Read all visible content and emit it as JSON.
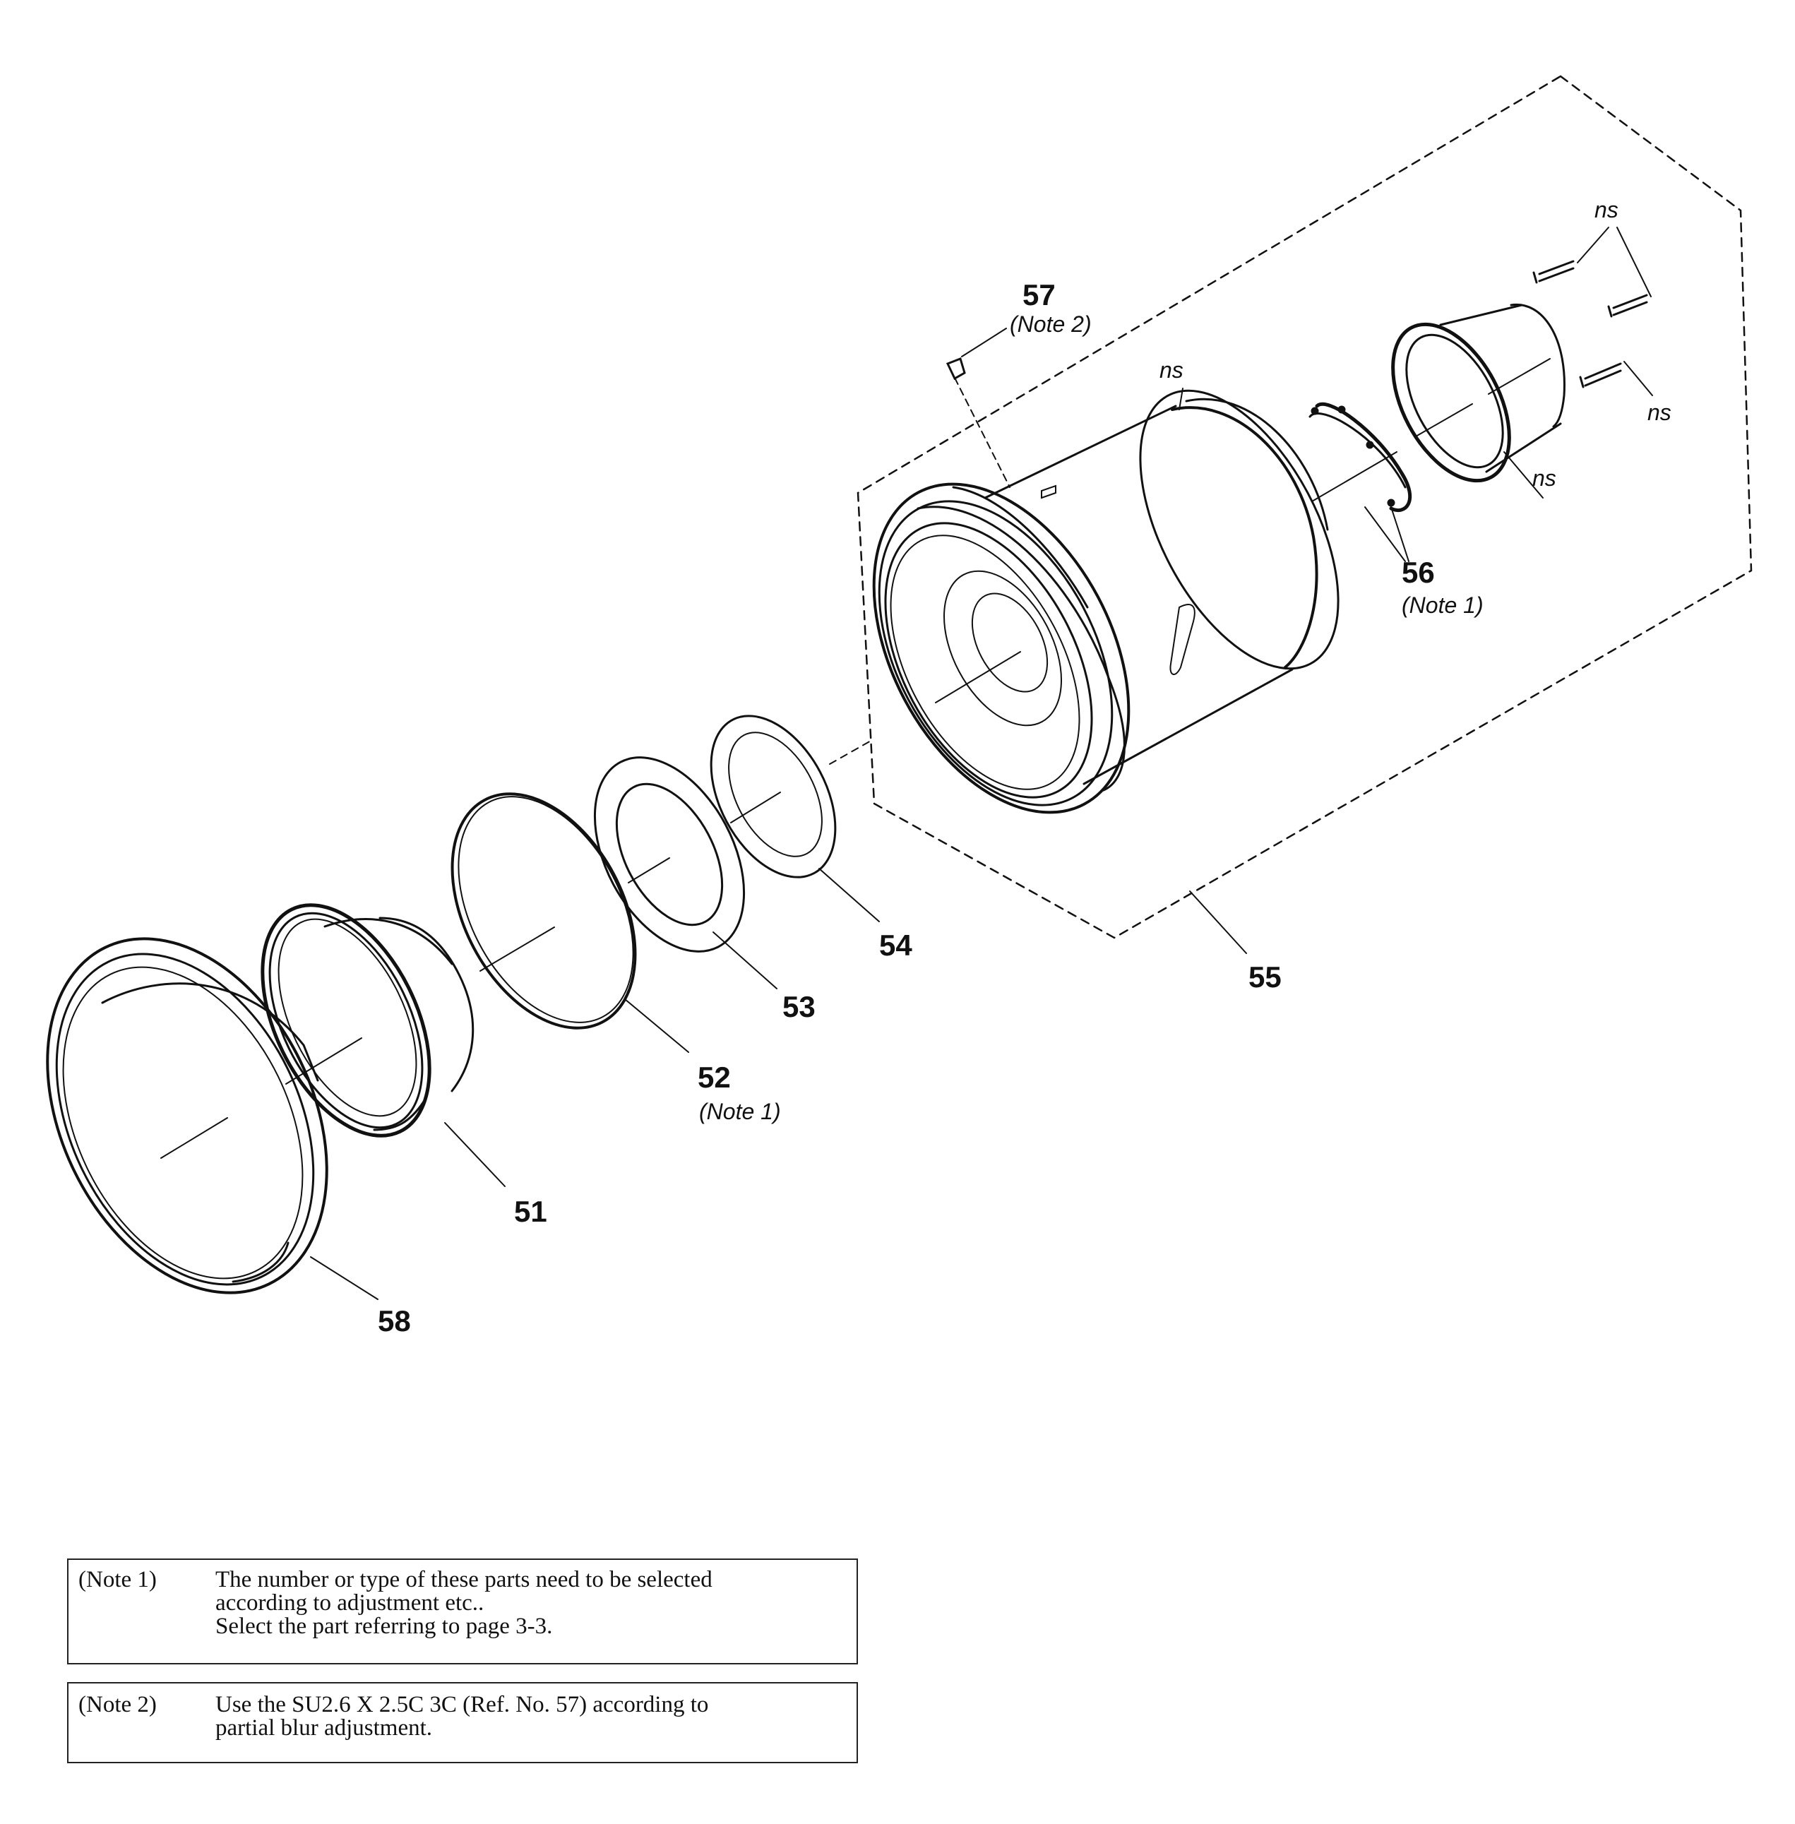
{
  "callouts": {
    "r51": "51",
    "r52": "52",
    "r52_note": "(Note 1)",
    "r53": "53",
    "r54": "54",
    "r55": "55",
    "r56": "56",
    "r56_note": "(Note 1)",
    "r57": "57",
    "r57_note": "(Note 2)",
    "r58": "58"
  },
  "ns_labels": {
    "ns_screws_top": "ns",
    "ns_barrel": "ns",
    "ns_screw_right": "ns",
    "ns_mount": "ns"
  },
  "notes": [
    {
      "tag": "(Note 1)",
      "lines": [
        "The number or type of these parts need to be selected",
        "according to adjustment etc..",
        "Select the part referring to page 3-3."
      ]
    },
    {
      "tag": "(Note 2)",
      "lines": [
        "Use the SU2.6 X 2.5C 3C (Ref. No. 57) according to",
        "partial blur adjustment."
      ]
    }
  ]
}
